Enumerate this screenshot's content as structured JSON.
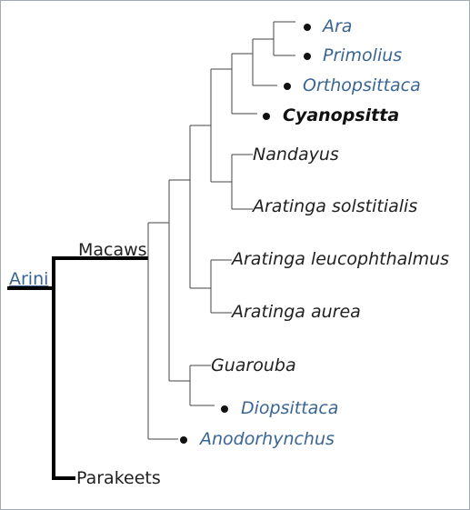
{
  "tree": {
    "root": "Arini",
    "macaws": "Macaws",
    "parakeets": "Parakeets",
    "taxa": {
      "ara": "Ara",
      "primolius": "Primolius",
      "orthopsittaca": "Orthopsittaca",
      "cyanopsitta": "Cyanopsitta",
      "nandayus": "Nandayus",
      "aratinga_solstitialis": "Aratinga solstitialis",
      "aratinga_leucophthalmus": "Aratinga leucophthalmus",
      "aratinga_aurea": "Aratinga aurea",
      "guarouba": "Guarouba",
      "diopsittaca": "Diopsittaca",
      "anodorhynchus": "Anodorhynchus"
    },
    "colors": {
      "link": "#3a6593",
      "line": "#000000",
      "border": "#a2a9b1"
    }
  }
}
